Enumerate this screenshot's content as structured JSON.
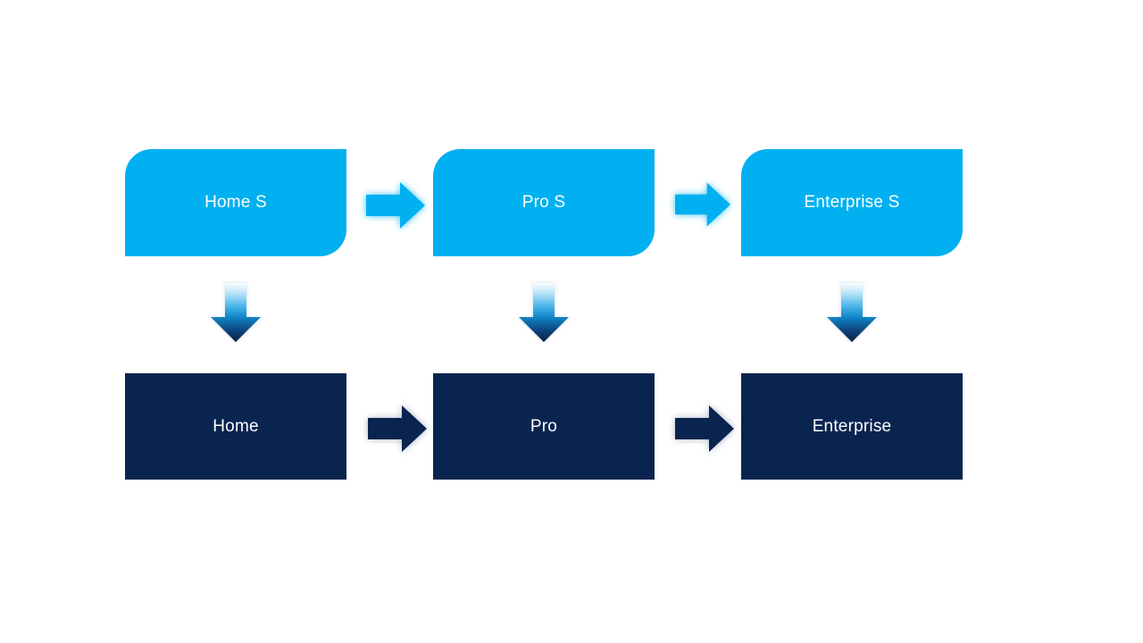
{
  "diagram": {
    "background": "#ffffff",
    "colors": {
      "primary_light": "#00b0f0",
      "primary_dark": "#0a2450",
      "text": "#ffffff"
    },
    "top_row": {
      "nodes": [
        {
          "label": "Home S"
        },
        {
          "label": "Pro S"
        },
        {
          "label": "Enterprise S"
        }
      ]
    },
    "bottom_row": {
      "nodes": [
        {
          "label": "Home"
        },
        {
          "label": "Pro"
        },
        {
          "label": "Enterprise"
        }
      ]
    }
  }
}
